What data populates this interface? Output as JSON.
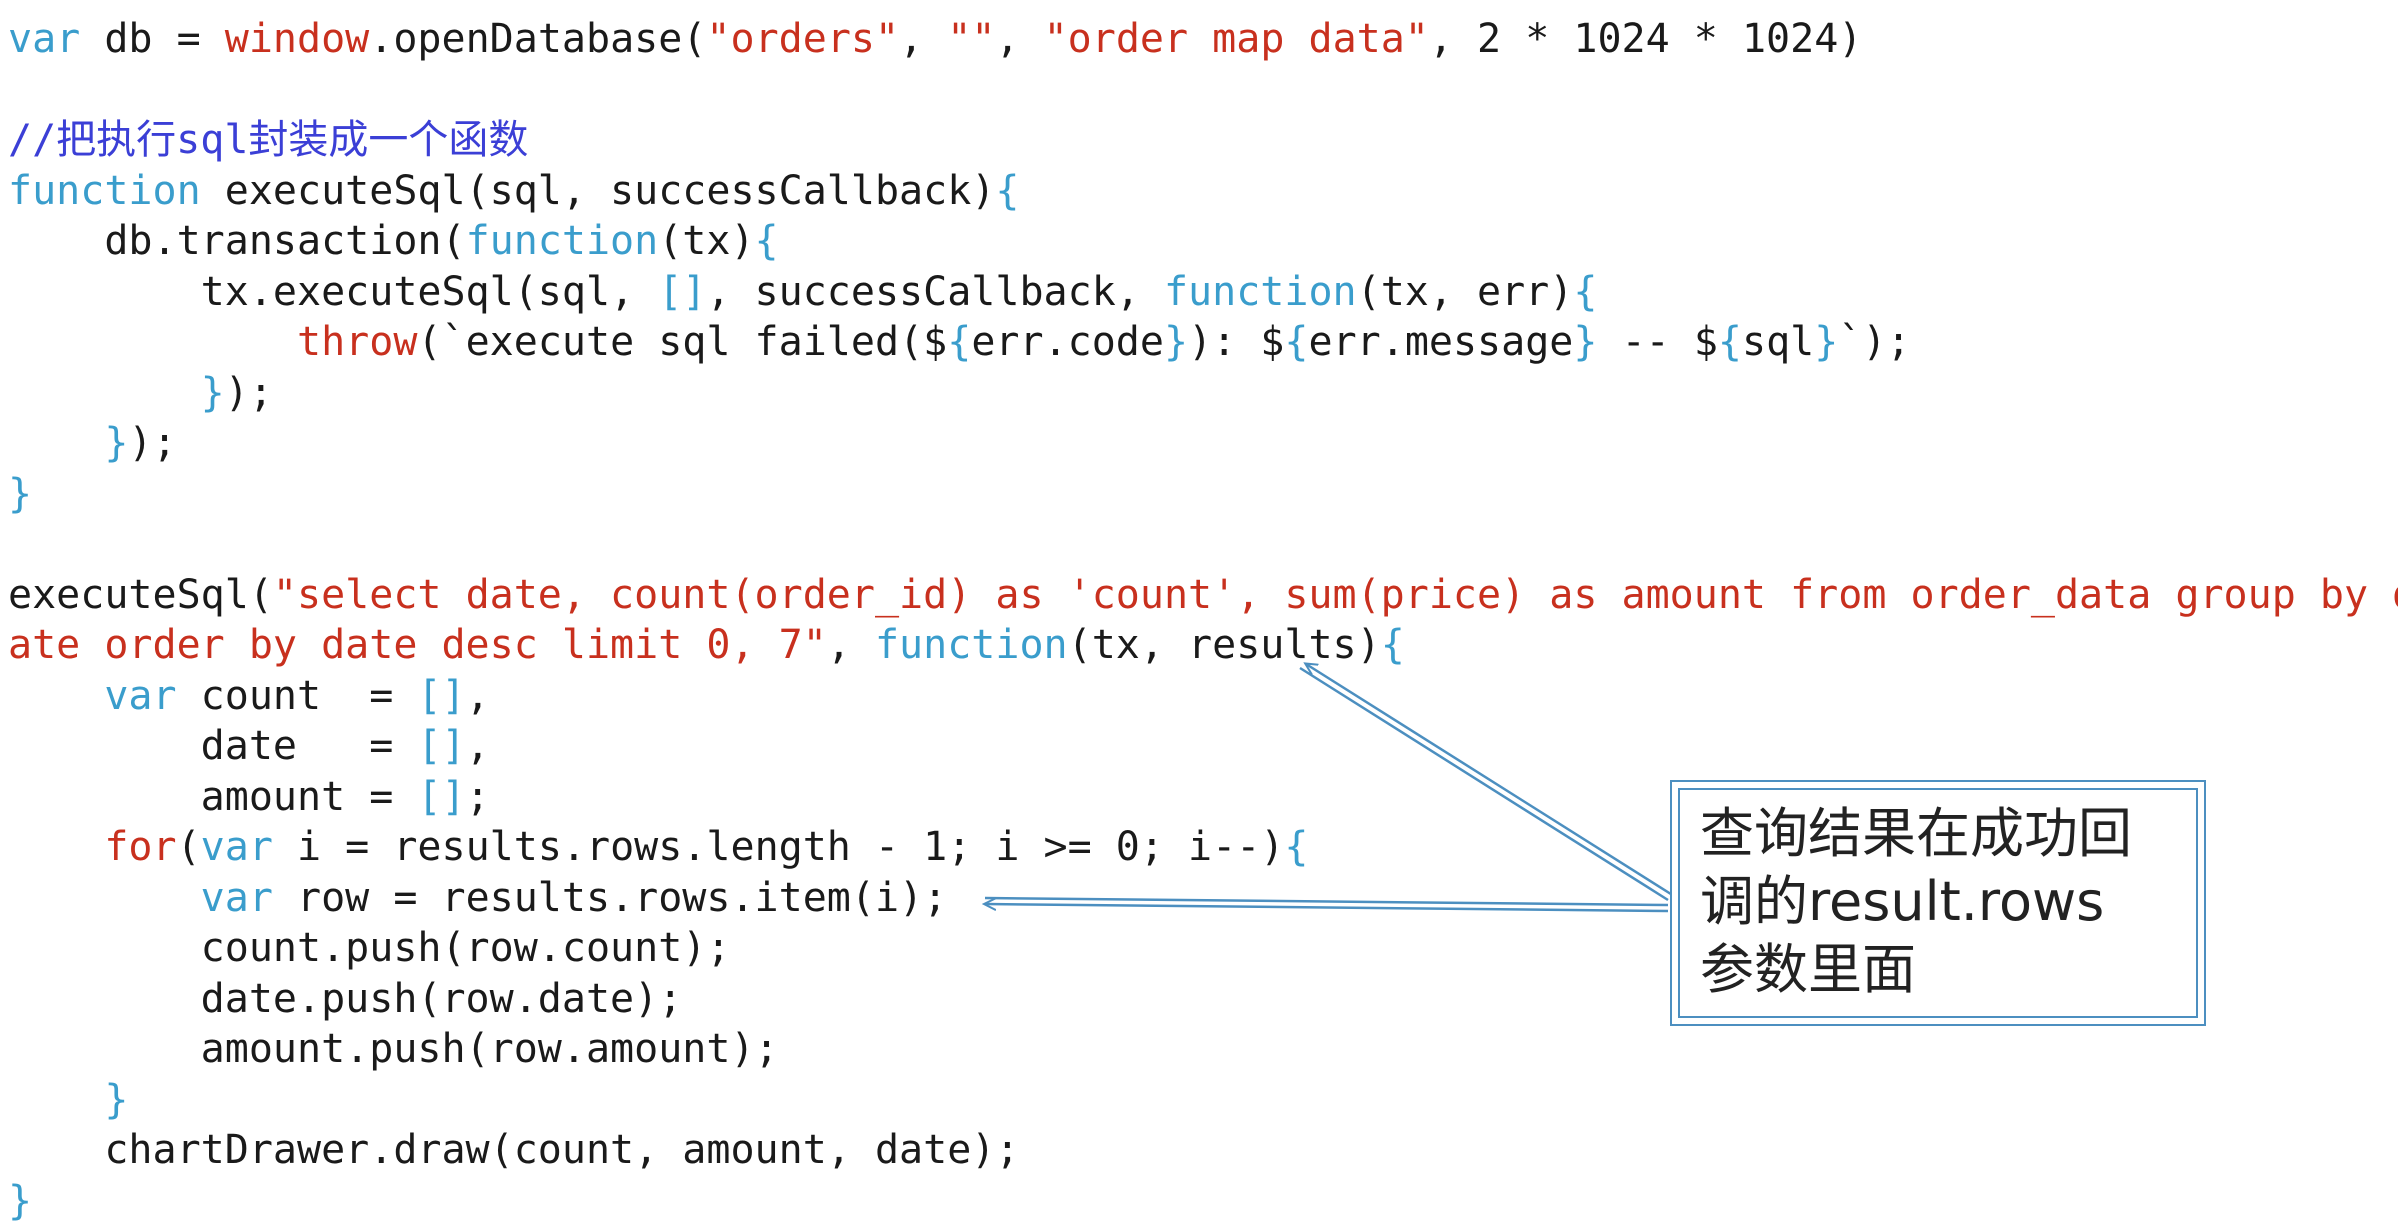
{
  "code": {
    "lines": [
      [
        [
          "k",
          "var"
        ],
        [
          "t",
          " db = "
        ],
        [
          "s",
          "window"
        ],
        [
          "t",
          ".openDatabase("
        ],
        [
          "s",
          "\"orders\""
        ],
        [
          "t",
          ", "
        ],
        [
          "s",
          "\"\""
        ],
        [
          "t",
          ", "
        ],
        [
          "s",
          "\"order map data\""
        ],
        [
          "t",
          ", 2 * 1024 * 1024)"
        ]
      ],
      [],
      [
        [
          "c",
          "//把执行sql封装成一个函数"
        ]
      ],
      [
        [
          "k",
          "function"
        ],
        [
          "t",
          " executeSql(sql, successCallback)"
        ],
        [
          "p",
          "{"
        ]
      ],
      [
        [
          "t",
          "    db.transaction("
        ],
        [
          "k",
          "function"
        ],
        [
          "t",
          "(tx)"
        ],
        [
          "p",
          "{"
        ]
      ],
      [
        [
          "t",
          "        tx.executeSql(sql, "
        ],
        [
          "p",
          "[]"
        ],
        [
          "t",
          ", successCallback, "
        ],
        [
          "k",
          "function"
        ],
        [
          "t",
          "(tx, err)"
        ],
        [
          "p",
          "{"
        ]
      ],
      [
        [
          "t",
          "            "
        ],
        [
          "s",
          "throw"
        ],
        [
          "t",
          "(`execute sql failed($"
        ],
        [
          "p",
          "{"
        ],
        [
          "t",
          "err.code"
        ],
        [
          "p",
          "}"
        ],
        [
          "t",
          "): $"
        ],
        [
          "p",
          "{"
        ],
        [
          "t",
          "err.message"
        ],
        [
          "p",
          "}"
        ],
        [
          "t",
          " -- $"
        ],
        [
          "p",
          "{"
        ],
        [
          "t",
          "sql"
        ],
        [
          "p",
          "}"
        ],
        [
          "t",
          "`);"
        ]
      ],
      [
        [
          "t",
          "        "
        ],
        [
          "p",
          "}"
        ],
        [
          "t",
          ");"
        ]
      ],
      [
        [
          "t",
          "    "
        ],
        [
          "p",
          "}"
        ],
        [
          "t",
          ");"
        ]
      ],
      [
        [
          "p",
          "}"
        ]
      ],
      [],
      [
        [
          "t",
          "executeSql("
        ],
        [
          "s",
          "\"select date, count(order_id) as 'count', sum(price) as amount from order_data group by d"
        ]
      ],
      [
        [
          "s",
          "ate order by date desc limit 0, 7\""
        ],
        [
          "t",
          ", "
        ],
        [
          "k",
          "function"
        ],
        [
          "t",
          "(tx, results)"
        ],
        [
          "p",
          "{"
        ]
      ],
      [
        [
          "t",
          "    "
        ],
        [
          "k",
          "var"
        ],
        [
          "t",
          " count  = "
        ],
        [
          "p",
          "[]"
        ],
        [
          "t",
          ","
        ]
      ],
      [
        [
          "t",
          "        date   = "
        ],
        [
          "p",
          "[]"
        ],
        [
          "t",
          ","
        ]
      ],
      [
        [
          "t",
          "        amount = "
        ],
        [
          "p",
          "[]"
        ],
        [
          "t",
          ";"
        ]
      ],
      [
        [
          "t",
          "    "
        ],
        [
          "s",
          "for"
        ],
        [
          "t",
          "("
        ],
        [
          "k",
          "var"
        ],
        [
          "t",
          " i = results.rows.length - 1; i >= 0; i--)"
        ],
        [
          "p",
          "{"
        ]
      ],
      [
        [
          "t",
          "        "
        ],
        [
          "k",
          "var"
        ],
        [
          "t",
          " row = results.rows.item(i);"
        ]
      ],
      [
        [
          "t",
          "        count.push(row.count);"
        ]
      ],
      [
        [
          "t",
          "        date.push(row.date);"
        ]
      ],
      [
        [
          "t",
          "        amount.push(row.amount);"
        ]
      ],
      [
        [
          "t",
          "    "
        ],
        [
          "p",
          "}"
        ]
      ],
      [
        [
          "t",
          "    chartDrawer.draw(count, amount, date);"
        ]
      ],
      [
        [
          "p",
          "}"
        ]
      ]
    ]
  },
  "callout": {
    "line1": "查询结果在成功回",
    "line2": "调的result.rows",
    "line3": "参数里面"
  },
  "colors": {
    "keyword": "#3a9dcc",
    "string": "#c8301e",
    "comment": "#3b3fd6",
    "arrow": "#4c8fc0"
  }
}
